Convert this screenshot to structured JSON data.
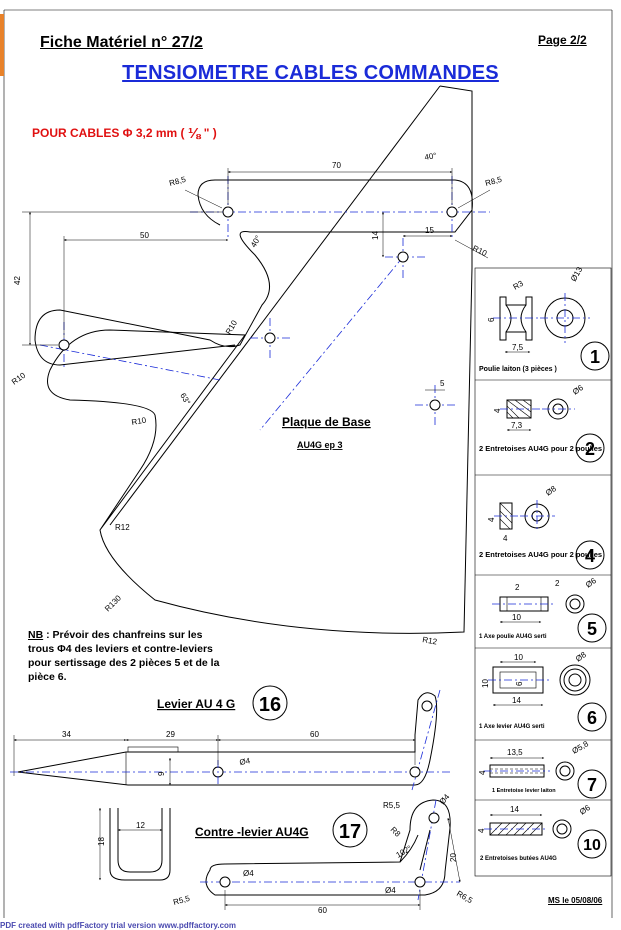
{
  "header": {
    "sheet_ref": "Fiche Matériel n° 27/2",
    "page": "Page 2/2",
    "title": "TENSIOMETRE CABLES COMMANDES",
    "cable_note": "POUR CABLES Φ 3,2 mm (",
    "cable_fraction": "⅛",
    "cable_note_end": "\" )"
  },
  "base_plate": {
    "name": "Plaque de Base",
    "material": "AU4G ep 3",
    "dims": {
      "d70": "70",
      "d50": "50",
      "d42": "42",
      "d14": "14",
      "d15": "15",
      "d5": "5",
      "r85a": "R8,5",
      "r85b": "R8,5",
      "r10a": "R10",
      "r10b": "R10",
      "r10c": "R10",
      "r10d": "R10",
      "r12a": "R12",
      "r12b": "R12",
      "r130": "R130",
      "a40a": "40°",
      "a40b": "40°",
      "a63": "63°"
    }
  },
  "parts": [
    {
      "num": "1",
      "label": "Poulie laiton (3 pièces )",
      "d1": "R3",
      "d2": "Ø13",
      "d3": "6",
      "d4": "7,5"
    },
    {
      "num": "2",
      "label": "2 Entretoises AU4G pour 2 poulies",
      "d1": "Ø6",
      "d2": "4",
      "d3": "7,3"
    },
    {
      "num": "4",
      "label": "2 Entretoises AU4G pour 2 poulies",
      "d1": "Ø8",
      "d2": "4",
      "d3": "4"
    },
    {
      "num": "5",
      "label": "1 Axe poulie AU4G serti",
      "d1": "2",
      "d2": "2",
      "d3": "Ø6",
      "d4": "10"
    },
    {
      "num": "6",
      "label": "1 Axe levier AU4G serti",
      "d1": "10",
      "d2": "Ø8",
      "d3": "10",
      "d4": "6",
      "d5": "14"
    },
    {
      "num": "7",
      "label": "1 Entretoise levier laiton",
      "d1": "13,5",
      "d2": "Ø5,8",
      "d3": "4"
    },
    {
      "num": "10",
      "label": "2 Entretoises butées AU4G",
      "d1": "14",
      "d2": "Ø6",
      "d3": "4"
    }
  ],
  "nb_note": {
    "prefix": "NB",
    "text": " : Prévoir des chanfreins sur les trous Φ4 des leviers et contre-leviers pour sertissage des 2 pièces 5 et de la pièce 6."
  },
  "lever": {
    "name": "Levier AU 4 G",
    "num": "16",
    "d34": "34",
    "d29": "29",
    "d60": "60",
    "d9": "9",
    "d4": "Ø4"
  },
  "counter_lever": {
    "name": "Contre -levier AU4G",
    "num": "17",
    "d18": "18",
    "d12": "12",
    "r55a": "R5,5",
    "r55b": "R5,5",
    "r8": "R8",
    "r65": "R6,5",
    "d4a": "Ø4",
    "d4b": "Ø4",
    "d4c": "Ø4",
    "a102": "102°",
    "d20": "20",
    "d60": "60"
  },
  "signature": "MS  le 05/08/06",
  "footer_text": "PDF created with pdfFactory trial version www.pdffactory.com"
}
